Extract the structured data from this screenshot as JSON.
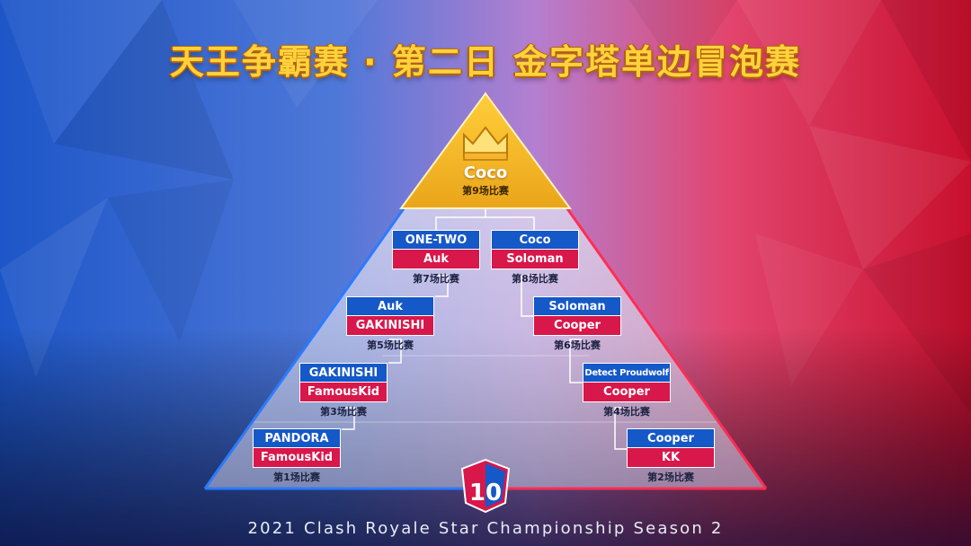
{
  "title": "天王争霸赛 · 第二日 金字塔单边冒泡赛",
  "footer": "2021 Clash Royale Star Championship Season 2",
  "logo_text": "10",
  "champion": {
    "name": "Coco",
    "match": "第9场比赛",
    "icon": "crown-icon"
  },
  "matches": [
    {
      "id": "m7",
      "top": "ONE-TWO",
      "bottom": "Auk",
      "label": "第7场比赛"
    },
    {
      "id": "m8",
      "top": "Coco",
      "bottom": "Soloman",
      "label": "第8场比赛"
    },
    {
      "id": "m5",
      "top": "Auk",
      "bottom": "GAKINISHI",
      "label": "第5场比赛"
    },
    {
      "id": "m6",
      "top": "Soloman",
      "bottom": "Cooper",
      "label": "第6场比赛"
    },
    {
      "id": "m3",
      "top": "GAKINISHI",
      "bottom": "FamousKid",
      "label": "第3场比赛"
    },
    {
      "id": "m4",
      "top": "Detect Proudwolf",
      "bottom": "Cooper",
      "label": "第4场比赛"
    },
    {
      "id": "m1",
      "top": "PANDORA",
      "bottom": "FamousKid",
      "label": "第1场比赛"
    },
    {
      "id": "m2",
      "top": "Cooper",
      "bottom": "KK",
      "label": "第2场比赛"
    }
  ],
  "colors": {
    "blue": "#1558c8",
    "red": "#d8174a",
    "gold": "#f2b623",
    "title": "#ffd23c"
  }
}
